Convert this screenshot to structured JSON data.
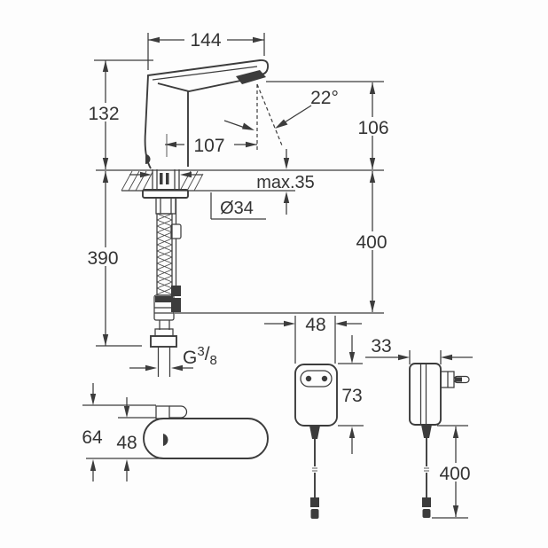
{
  "drawing": {
    "kind": "technical-dimension-drawing",
    "line_color": "#3c3c3c",
    "background": "#fdfdfd",
    "dims": {
      "overall_width": "144",
      "height_above_deck": "132",
      "spout_projection": "107",
      "stream_angle": "22°",
      "outlet_height": "106",
      "deck_thickness": "max.35",
      "hole_diameter": "Ø34",
      "hose_length": "390",
      "drop_length": "400",
      "adapter_width": "48",
      "adapter_depth": "33",
      "adapter_height": "73",
      "thread_prefix": "G",
      "thread_numerator": "3",
      "thread_slash": "/",
      "thread_denominator": "8",
      "unit_outer_height": "64",
      "unit_body_height": "48",
      "cable_length": "400"
    }
  }
}
